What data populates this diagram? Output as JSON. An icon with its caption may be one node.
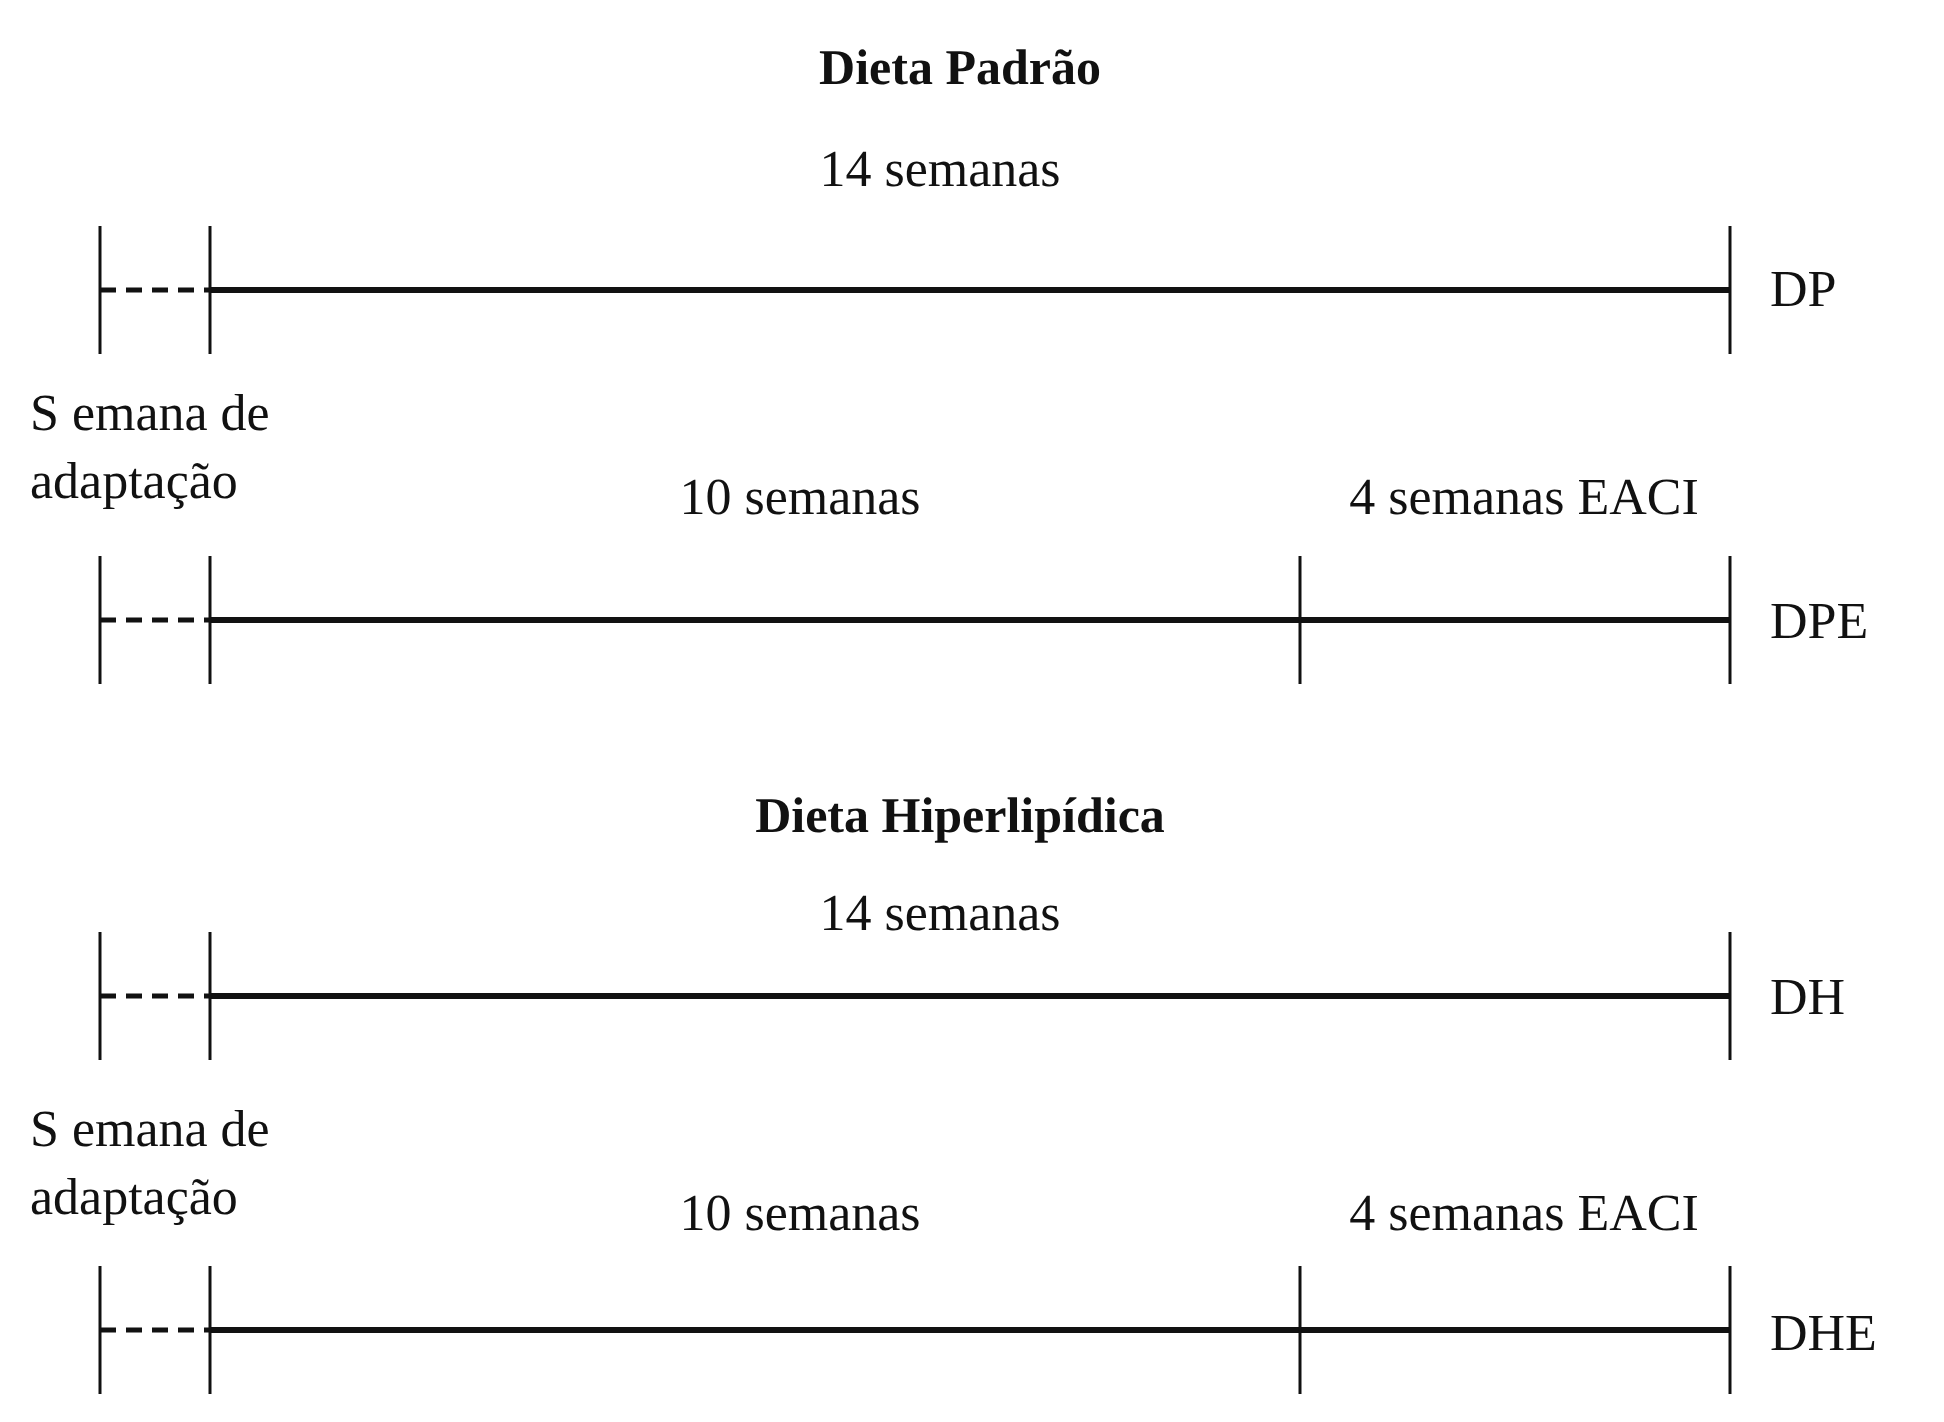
{
  "diagram": {
    "labels": [
      "Dieta Padrão",
      "14 semanas",
      "DP",
      "S emana de adaptação",
      "10 semanas",
      "4 semanas EACI",
      "DPE",
      "Dieta Hiperlipídica",
      "14 semanas",
      "DH",
      "S emana de adaptação",
      "10 semanas",
      "4 semanas EACI",
      "DHE"
    ]
  }
}
